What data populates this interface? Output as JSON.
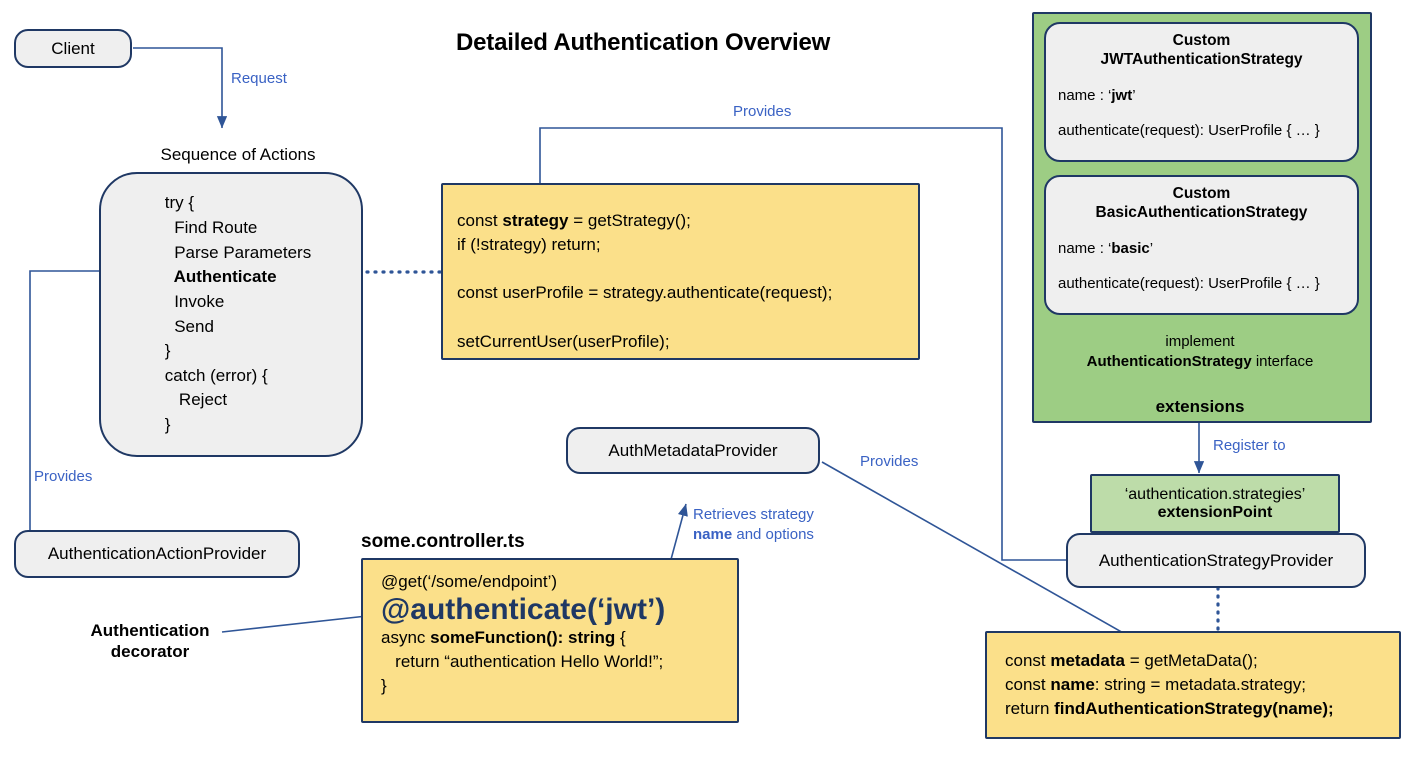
{
  "title": "Detailed Authentication Overview",
  "colors": {
    "stroke": "#1F3864",
    "edge_label": "#3A62C4",
    "yellow": "#FBE08A",
    "green_panel": "#9DCD84",
    "green_box": "#BDDCA9",
    "grey": "#EFEFEF",
    "accent_text": "#1F3864"
  },
  "nodes": {
    "client": {
      "label": "Client"
    },
    "sequence_caption": {
      "label": "Sequence of Actions"
    },
    "sequence_box": {
      "lines": [
        "try {",
        "  Find Route",
        "  Parse Parameters",
        "  Authenticate",
        "  Invoke",
        "  Send",
        "}",
        "catch (error) {",
        "   Reject",
        "}"
      ],
      "bold_line": "Authenticate"
    },
    "action_provider": {
      "label": "AuthenticationActionProvider"
    },
    "auth_decorator_label": {
      "line1": "Authentication",
      "line2": "decorator"
    },
    "strategy_code": {
      "line1_pre": "const ",
      "line1_bold": "strategy",
      "line1_post": " = getStrategy();",
      "line2": "if (!strategy) return;",
      "line3": "const userProfile = strategy.authenticate(request);",
      "line4": "setCurrentUser(userProfile);"
    },
    "controller": {
      "filename": "some.controller.ts",
      "line1": "@get(‘/some/endpoint’)",
      "decorator": "@authenticate(‘jwt’)",
      "line3_pre": "async ",
      "line3_bold": "someFunction(): string",
      "line3_post": " {",
      "line4": "   return “authentication Hello World!”;",
      "line5": "}"
    },
    "metadata_provider": {
      "label": "AuthMetadataProvider"
    },
    "jwt_strategy": {
      "title_line1": "Custom",
      "title_line2": "JWTAuthenticationStrategy",
      "name_pre": "name : ‘",
      "name_bold": "jwt",
      "name_post": "’",
      "method": "authenticate(request): UserProfile { … }"
    },
    "basic_strategy": {
      "title_line1": "Custom",
      "title_line2": "BasicAuthenticationStrategy",
      "name_pre": "name : ‘",
      "name_bold": "basic",
      "name_post": "’",
      "method": "authenticate(request): UserProfile { … }"
    },
    "implement_note": {
      "line1": "implement",
      "line2_bold": "AuthenticationStrategy",
      "line2_rest": " interface"
    },
    "extensions_label": {
      "label": "extensions"
    },
    "extension_point": {
      "line1": "‘authentication.strategies’",
      "line2": "extensionPoint"
    },
    "strategy_provider": {
      "label": "AuthenticationStrategyProvider"
    },
    "metadata_code": {
      "line1_pre": "const ",
      "line1_bold": "metadata",
      "line1_post": " = getMetaData();",
      "line2_pre": "const ",
      "line2_bold": "name",
      "line2_post": ": string = metadata.strategy;",
      "line3_pre": "return ",
      "line3_bold": "findAuthenticationStrategy(name);"
    }
  },
  "edges": {
    "request": {
      "label": "Request"
    },
    "provides_left": {
      "label": "Provides"
    },
    "provides_top": {
      "label": "Provides"
    },
    "provides_mid": {
      "label": "Provides"
    },
    "register_to": {
      "label": "Register to"
    },
    "retrieves": {
      "line1": "Retrieves strategy",
      "line2_bold": "name",
      "line2_rest": " and options"
    }
  }
}
